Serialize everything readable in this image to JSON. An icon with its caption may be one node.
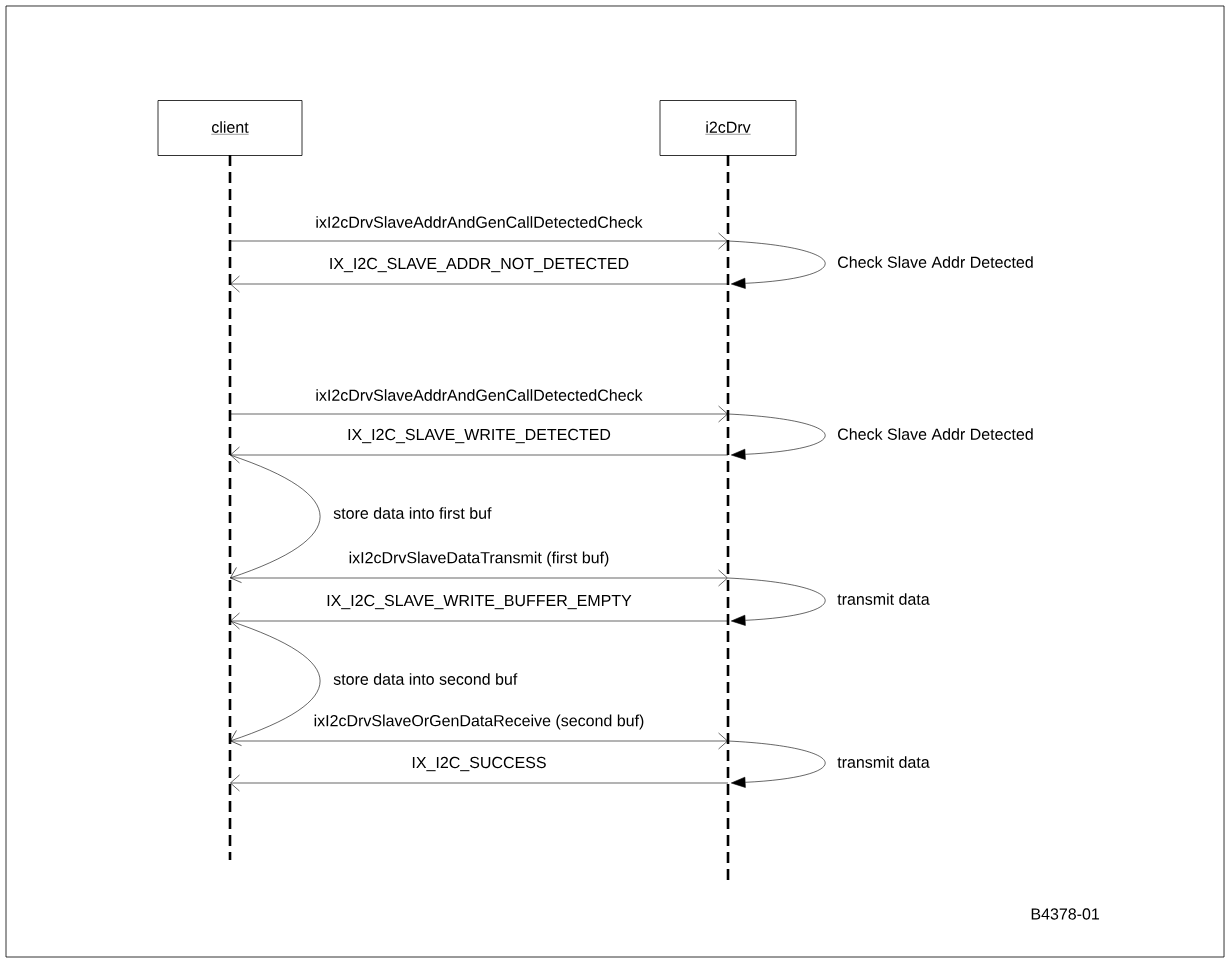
{
  "diagram": {
    "nodes": [
      {
        "text": [
          "client"
        ]
      },
      {
        "text": [
          "i2cDrv"
        ]
      }
    ],
    "edges": [
      {
        "from": 0,
        "to": 1,
        "arrow": "to",
        "label": "ixI2cDrvSlaveAddrAndGenCallDetectedCheck"
      },
      {
        "from": 1,
        "to": 1,
        "arrow": "to",
        "label": "Check Slave Addr Detected"
      },
      {
        "from": 1,
        "to": 0,
        "arrow": "to",
        "label": "IX_I2C_SLAVE_ADDR_NOT_DETECTED"
      },
      {
        "from": 0,
        "to": 1,
        "arrow": "to",
        "label": "ixI2cDrvSlaveAddrAndGenCallDetectedCheck"
      },
      {
        "from": 1,
        "to": 1,
        "arrow": "to",
        "label": "Check Slave Addr Detected"
      },
      {
        "from": 1,
        "to": 0,
        "arrow": "to",
        "label": "IX_I2C_SLAVE_WRITE_DETECTED"
      },
      {
        "from": 0,
        "to": 0,
        "arrow": "to",
        "label": "store data into first buf"
      },
      {
        "from": 0,
        "to": 1,
        "arrow": "to",
        "label": "ixI2cDrvSlaveDataTransmit (first buf)"
      },
      {
        "from": 1,
        "to": 1,
        "arrow": "to",
        "label": "transmit data"
      },
      {
        "from": 1,
        "to": 0,
        "arrow": "to",
        "label": "IX_I2C_SLAVE_WRITE_BUFFER_EMPTY"
      },
      {
        "from": 0,
        "to": 0,
        "arrow": "to",
        "label": "store data into second buf"
      },
      {
        "from": 0,
        "to": 1,
        "arrow": "to",
        "label": "ixI2cDrvSlaveOrGenDataReceive (second buf)"
      },
      {
        "from": 1,
        "to": 1,
        "arrow": "to",
        "label": "transmit data"
      },
      {
        "from": 1,
        "to": 0,
        "arrow": "to",
        "label": "IX_I2C_SUCCESS"
      }
    ],
    "labels": [
      "B4378-01"
    ]
  }
}
